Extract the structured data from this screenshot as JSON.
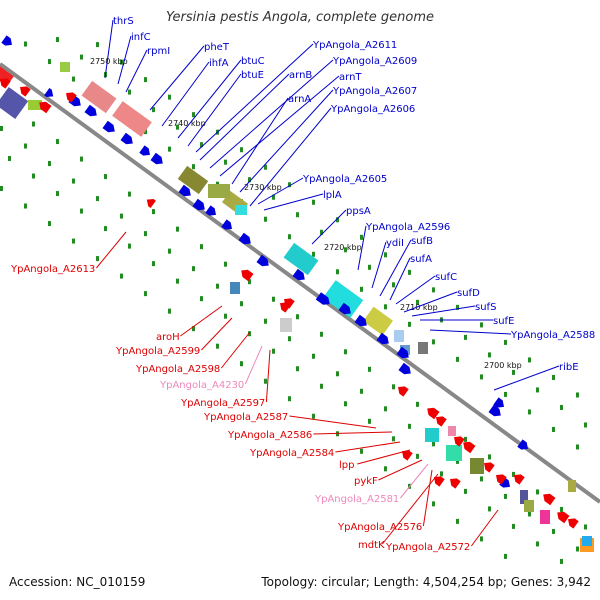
{
  "title": "Yersinia pestis Angola, complete genome",
  "footer": {
    "accession": "Accession: NC_010159",
    "summary": "Topology: circular; Length: 4,504,254 bp; Genes: 3,942"
  },
  "colors": {
    "label_blue": "#0000cc",
    "label_red": "#dd0000",
    "label_pink": "#ee88bb",
    "forward_blue": "#0000dd",
    "reverse_red": "#ee0000",
    "backbone": "#888888",
    "gc_green": "#228b22"
  },
  "ticks": [
    "2750 kbp",
    "2740 kbp",
    "2730 kbp",
    "2720 kbp",
    "2710 kbp",
    "2700 kbp"
  ],
  "labels_top": [
    "thrS",
    "infC",
    "rpmI",
    "pheT",
    "ihfA",
    "btuC",
    "btuE",
    "arnB",
    "YpAngola_A2611",
    "YpAngola_A2609",
    "arnT",
    "arnA",
    "YpAngola_A2607",
    "YpAngola_A2606",
    "YpAngola_A2605",
    "lplA",
    "ppsA",
    "YpAngola_A2596",
    "ydiI",
    "sufB",
    "sufA",
    "sufC",
    "sufD",
    "sufS",
    "sufE",
    "YpAngola_A2588",
    "ribE"
  ],
  "labels_bottom": [
    "YpAngola_A2613",
    "aroH",
    "YpAngola_A2599",
    "YpAngola_A2598",
    "YpAngola_A4230",
    "YpAngola_A2597",
    "YpAngola_A2587",
    "YpAngola_A2586",
    "YpAngola_A2584",
    "lpp",
    "pykF",
    "YpAngola_A2581",
    "YpAngola_A2576",
    "mdtK",
    "YpAngola_A2572"
  ]
}
